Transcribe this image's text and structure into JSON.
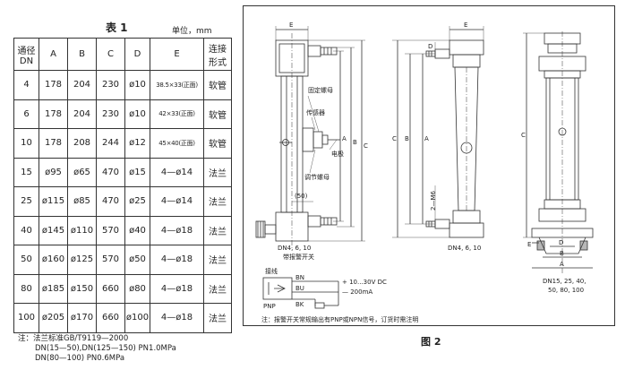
{
  "table": {
    "title": "表 1",
    "unit": "单位，mm",
    "headers": [
      "通径\nDN",
      "A",
      "B",
      "C",
      "D",
      "E",
      "连接\n形式"
    ],
    "rows": [
      [
        "4",
        "178",
        "204",
        "230",
        "ø10",
        "38.5×33(正面)",
        "软管"
      ],
      [
        "6",
        "178",
        "204",
        "230",
        "ø10",
        "42×33(正面)",
        "软管"
      ],
      [
        "10",
        "178",
        "208",
        "244",
        "ø12",
        "45×40(正面)",
        "软管"
      ],
      [
        "15",
        "ø95",
        "ø65",
        "470",
        "ø15",
        "4—ø14",
        "法兰"
      ],
      [
        "25",
        "ø115",
        "ø85",
        "470",
        "ø25",
        "4—ø14",
        "法兰"
      ],
      [
        "40",
        "ø145",
        "ø110",
        "570",
        "ø40",
        "4—ø18",
        "法兰"
      ],
      [
        "50",
        "ø160",
        "ø125",
        "570",
        "ø50",
        "4—ø18",
        "法兰"
      ],
      [
        "80",
        "ø185",
        "ø150",
        "660",
        "ø80",
        "4—ø18",
        "法兰"
      ],
      [
        "100",
        "ø205",
        "ø170",
        "660",
        "ø100",
        "4—ø18",
        "法兰"
      ]
    ]
  },
  "notes": {
    "line1": "注：法兰标准GB/T9119—2000",
    "line2": "DN(15—50),DN(125—150) PN1.0MPa",
    "line3": "DN(80—100) PN0.6MPa"
  },
  "figure": {
    "caption": "图 2",
    "labels": {
      "E": "E",
      "D": "D",
      "C": "C",
      "B": "B",
      "A": "A",
      "fixed_nut": "固定螺母",
      "sensor": "传感器",
      "electrode": "电极",
      "adjust_nut": "调节螺母",
      "dim_50": "(50)",
      "dn_small_alarm": "DN4, 6, 10",
      "with_alarm": "带报警开关",
      "dn_small": "DN4, 6, 10",
      "dn_large_1": "DN15, 25, 40,",
      "dn_large_2": "50, 80, 100",
      "m6": "2—M6",
      "wiring": "接线",
      "bn": "BN",
      "bu": "BU",
      "bk": "BK",
      "pnp": "PNP",
      "voltage": "+ 10...30V DC",
      "current": "— 200mA",
      "note": "注：报警开关常规输出有PNP或NPN信号，订货时需注明"
    }
  }
}
